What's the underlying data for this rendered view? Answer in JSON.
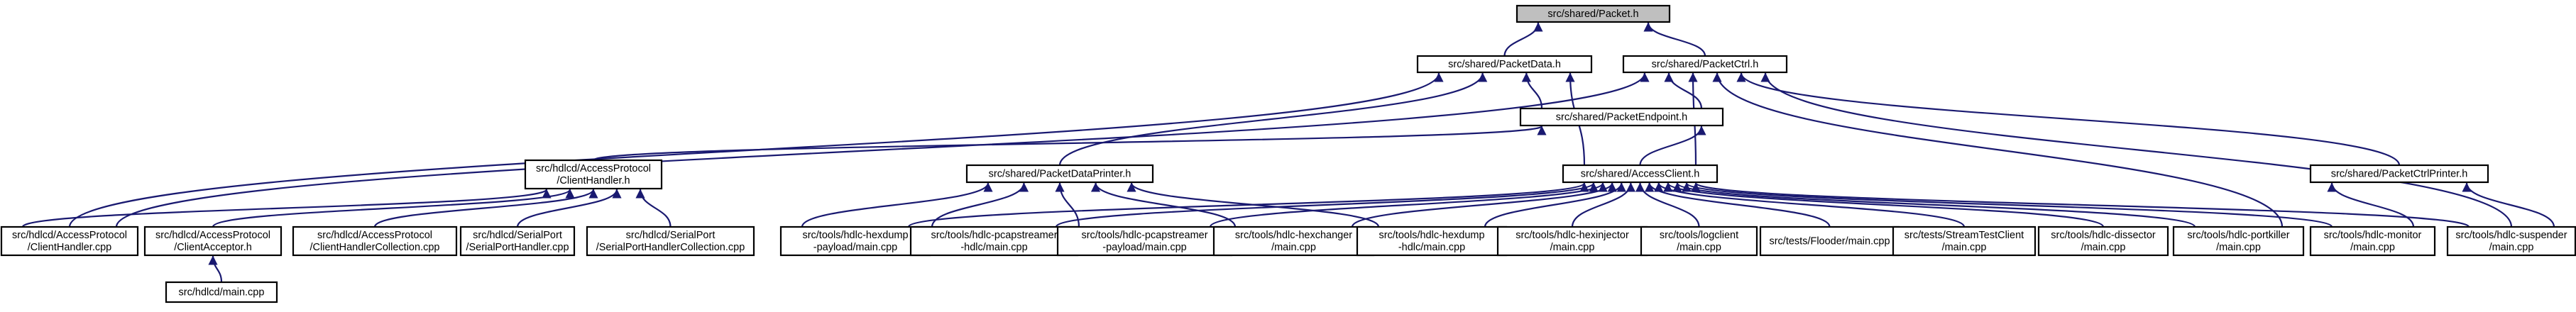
{
  "graph": {
    "edge_color": "#191970",
    "root_fill": "#bfbfbf",
    "node_fill": "#ffffff",
    "nodes": [
      {
        "id": "packet_h",
        "lines": [
          "src/shared/Packet.h"
        ],
        "root": true
      },
      {
        "id": "packetdata_h",
        "lines": [
          "src/shared/PacketData.h"
        ]
      },
      {
        "id": "packetctrl_h",
        "lines": [
          "src/shared/PacketCtrl.h"
        ]
      },
      {
        "id": "packetendpoint_h",
        "lines": [
          "src/shared/PacketEndpoint.h"
        ]
      },
      {
        "id": "clienthandler_h",
        "lines": [
          "src/hdlcd/AccessProtocol",
          "/ClientHandler.h"
        ]
      },
      {
        "id": "packetdataprinter_h",
        "lines": [
          "src/shared/PacketDataPrinter.h"
        ]
      },
      {
        "id": "accessclient_h",
        "lines": [
          "src/shared/AccessClient.h"
        ]
      },
      {
        "id": "packetctrlprinter_h",
        "lines": [
          "src/shared/PacketCtrlPrinter.h"
        ]
      },
      {
        "id": "clienthandler_cpp",
        "lines": [
          "src/hdlcd/AccessProtocol",
          "/ClientHandler.cpp"
        ]
      },
      {
        "id": "clientacceptor_h",
        "lines": [
          "src/hdlcd/AccessProtocol",
          "/ClientAcceptor.h"
        ]
      },
      {
        "id": "clienthandlercollection_cpp",
        "lines": [
          "src/hdlcd/AccessProtocol",
          "/ClientHandlerCollection.cpp"
        ]
      },
      {
        "id": "serialporthandler_cpp",
        "lines": [
          "src/hdlcd/SerialPort",
          "/SerialPortHandler.cpp"
        ]
      },
      {
        "id": "serialporthandlercollection_cpp",
        "lines": [
          "src/hdlcd/SerialPort",
          "/SerialPortHandlerCollection.cpp"
        ]
      },
      {
        "id": "hexdump_payload",
        "lines": [
          "src/tools/hdlc-hexdump",
          "-payload/main.cpp"
        ]
      },
      {
        "id": "pcapstreamer_hdlc",
        "lines": [
          "src/tools/hdlc-pcapstreamer",
          "-hdlc/main.cpp"
        ]
      },
      {
        "id": "pcapstreamer_payload",
        "lines": [
          "src/tools/hdlc-pcapstreamer",
          "-payload/main.cpp"
        ]
      },
      {
        "id": "hexchanger",
        "lines": [
          "src/tools/hdlc-hexchanger",
          "/main.cpp"
        ]
      },
      {
        "id": "hexdump_hdlc",
        "lines": [
          "src/tools/hdlc-hexdump",
          "-hdlc/main.cpp"
        ]
      },
      {
        "id": "hexinjector",
        "lines": [
          "src/tools/hdlc-hexinjector",
          "/main.cpp"
        ]
      },
      {
        "id": "logclient",
        "lines": [
          "src/tools/logclient",
          "/main.cpp"
        ]
      },
      {
        "id": "flooder",
        "lines": [
          "src/tests/Flooder/main.cpp"
        ]
      },
      {
        "id": "streamtestclient",
        "lines": [
          "src/tests/StreamTestClient",
          "/main.cpp"
        ]
      },
      {
        "id": "dissector",
        "lines": [
          "src/tools/hdlc-dissector",
          "/main.cpp"
        ]
      },
      {
        "id": "portkiller",
        "lines": [
          "src/tools/hdlc-portkiller",
          "/main.cpp"
        ]
      },
      {
        "id": "monitor",
        "lines": [
          "src/tools/hdlc-monitor",
          "/main.cpp"
        ]
      },
      {
        "id": "suspender",
        "lines": [
          "src/tools/hdlc-suspender",
          "/main.cpp"
        ]
      },
      {
        "id": "hdlcd_main",
        "lines": [
          "src/hdlcd/main.cpp"
        ]
      }
    ]
  }
}
